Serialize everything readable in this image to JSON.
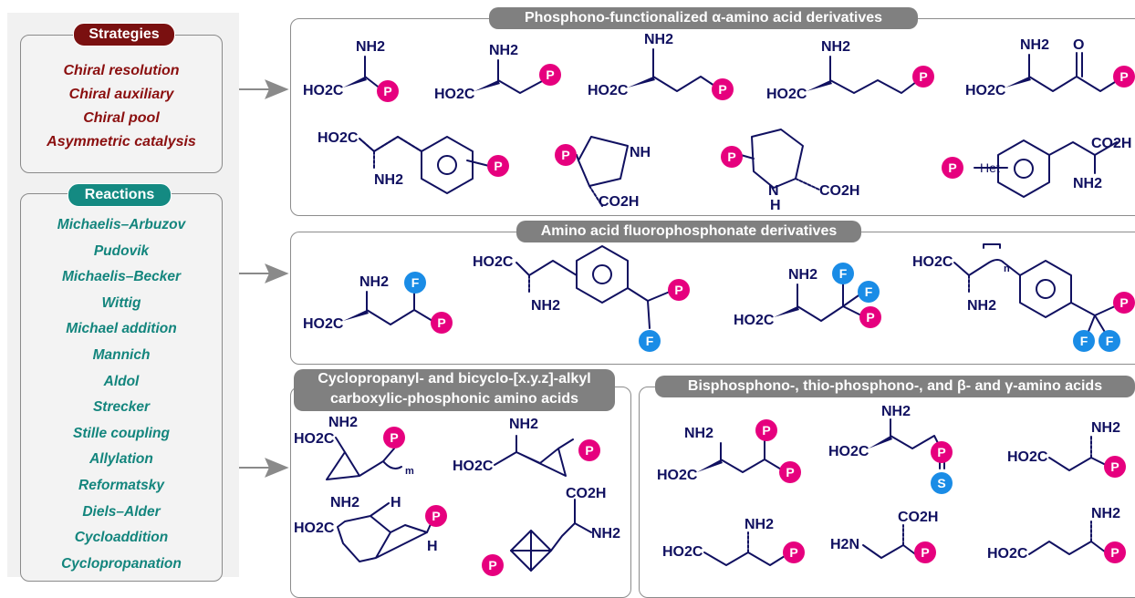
{
  "strategies": {
    "title": "Strategies",
    "items": [
      "Chiral resolution",
      "Chiral auxiliary",
      "Chiral pool",
      "Asymmetric catalysis"
    ]
  },
  "reactions": {
    "title": "Reactions",
    "items": [
      "Michaelis–Arbuzov",
      "Pudovik",
      "Michaelis–Becker",
      "Wittig",
      "Michael addition",
      "Mannich",
      "Aldol",
      "Strecker",
      "Stille coupling",
      "Allylation",
      "Reformatsky",
      "Diels–Alder",
      "Cycloaddition",
      "Cyclopropanation"
    ]
  },
  "sections": {
    "alpha": "Phosphono-functionalized α-amino acid derivatives",
    "fluoro": "Amino acid fluorophosphonate derivatives",
    "cyclo_line1": "Cyclopropanyl- and bicyclo-[x.y.z]-alkyl",
    "cyclo_line2": "carboxylic-phosphonic amino acids",
    "bis": "Bisphosphono-, thio-phosphono-, and β- and γ-amino acids"
  },
  "labels": {
    "nh2": "NH2",
    "ho2c": "HO2C",
    "co2h": "CO2H",
    "p": "P",
    "f": "F",
    "s": "S",
    "nh": "NH",
    "n_h": "N",
    "h": "H",
    "o": "O",
    "het": "Het",
    "h2n": "H2N",
    "m": "m",
    "n": "n"
  },
  "colors": {
    "strategies_pill": "#7a1010",
    "strategies_text": "#8b0f0f",
    "reactions_pill": "#148a82",
    "reactions_text": "#13857d",
    "bond": "#101060",
    "p_badge": "#e6007e",
    "f_badge": "#1a8ce6",
    "s_badge": "#1a8ce6",
    "arrow": "#8a8a8a",
    "header": "#808080"
  }
}
